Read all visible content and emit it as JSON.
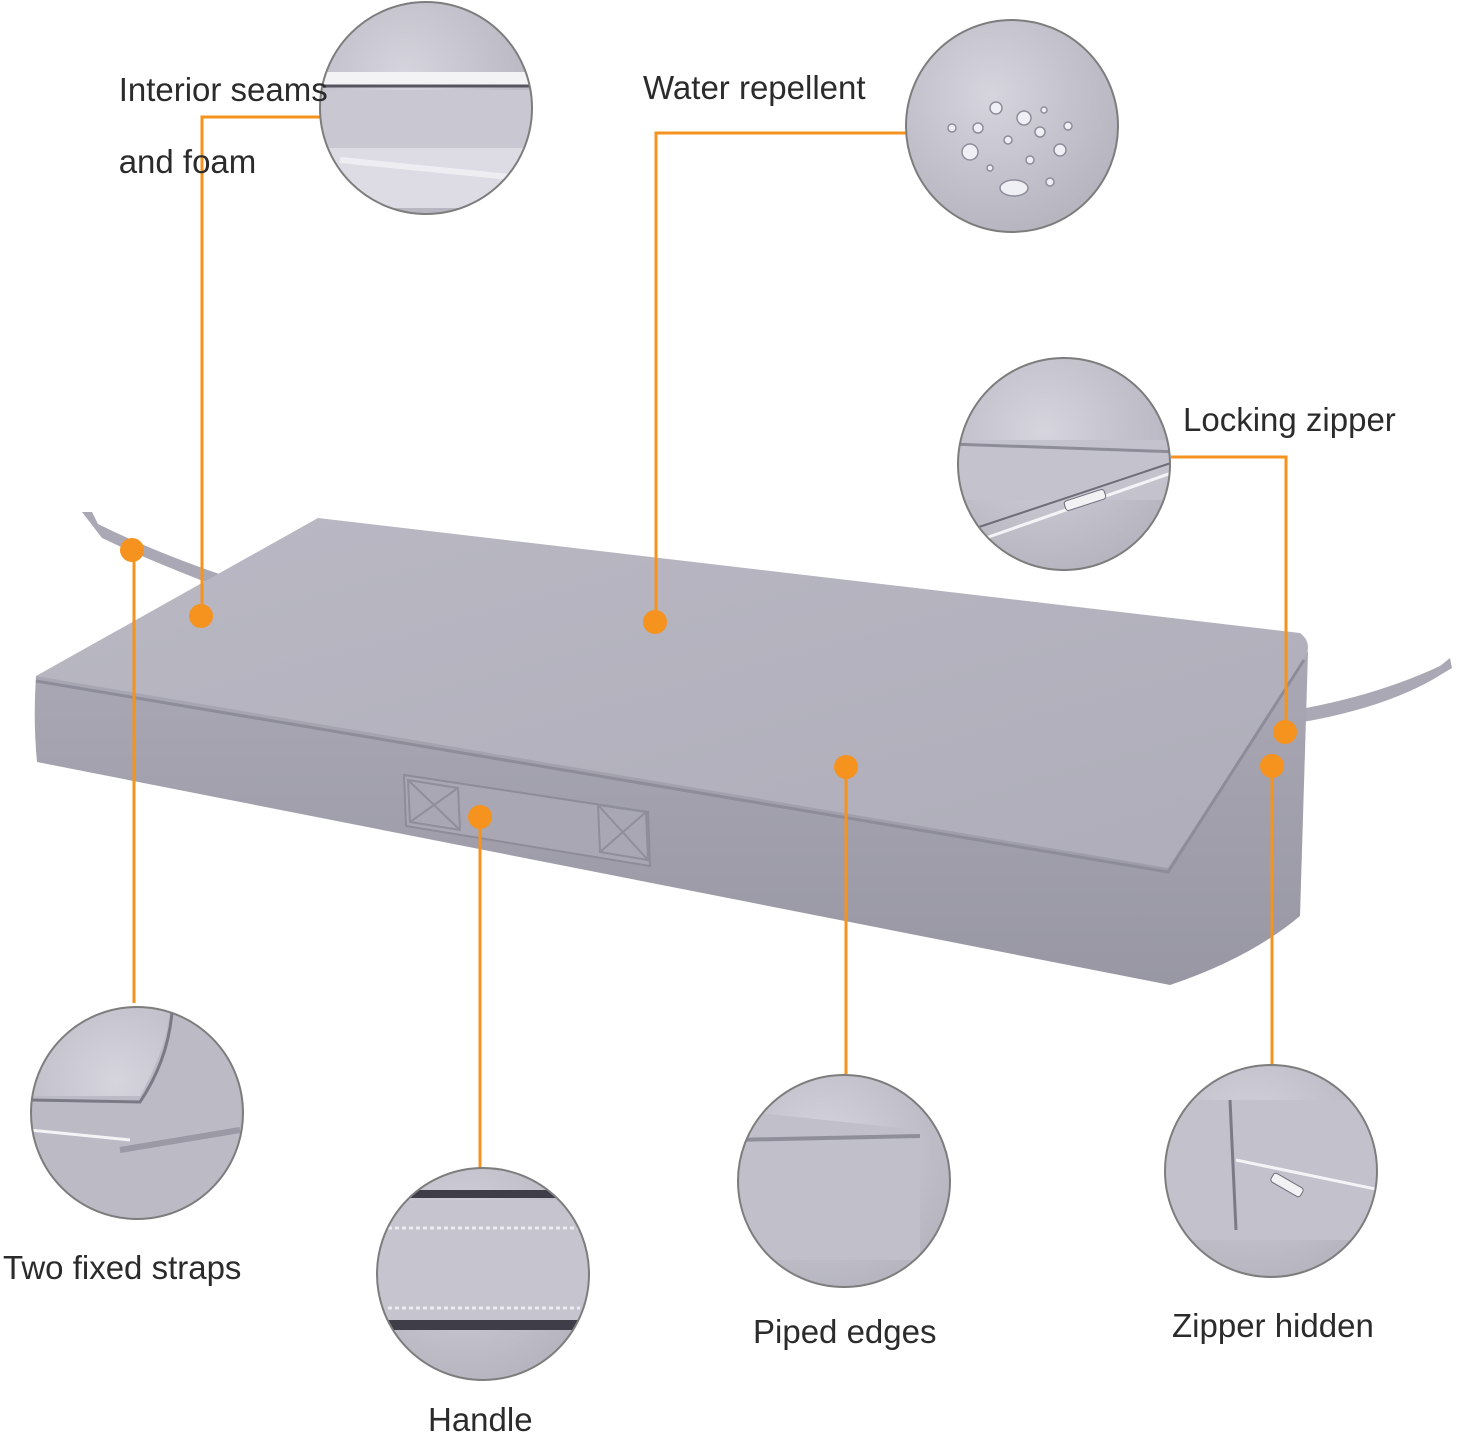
{
  "colors": {
    "accent": "#f5931e",
    "cushion_top": "#b4b3be",
    "cushion_side": "#9e9da9",
    "circle_border": "#7d7d7d",
    "text": "#2b2b2b"
  },
  "features": [
    {
      "id": "interior-seams",
      "label_lines": [
        "Interior seams",
        "and foam"
      ]
    },
    {
      "id": "water-repellent",
      "label": "Water repellent"
    },
    {
      "id": "locking-zipper",
      "label": "Locking zipper"
    },
    {
      "id": "two-fixed-straps",
      "label": "Two fixed straps"
    },
    {
      "id": "handle",
      "label": "Handle"
    },
    {
      "id": "piped-edges",
      "label": "Piped edges"
    },
    {
      "id": "zipper-hidden",
      "label": "Zipper hidden"
    }
  ]
}
